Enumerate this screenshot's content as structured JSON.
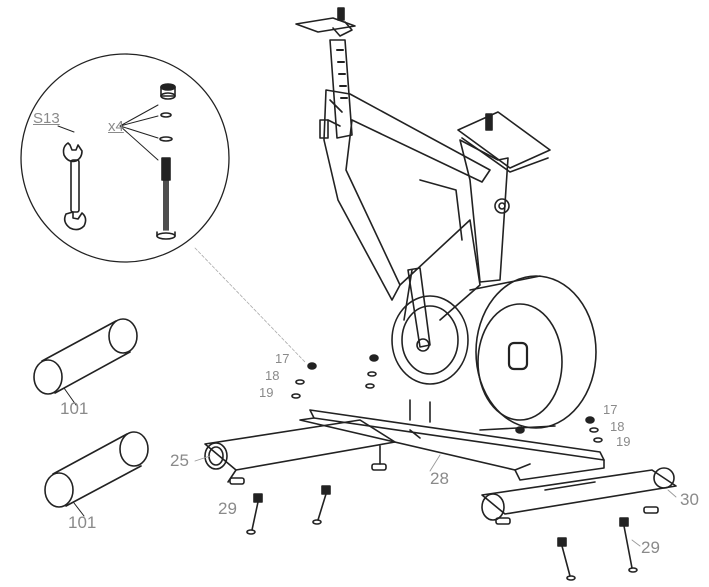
{
  "labels": {
    "wrench": "S13",
    "qty": "x4",
    "p17a": "17",
    "p18a": "18",
    "p19a": "19",
    "p17b": "17",
    "p18b": "18",
    "p19b": "19",
    "p101a": "101",
    "p101b": "101",
    "p25": "25",
    "p28": "28",
    "p29a": "29",
    "p29b": "29",
    "p30": "30"
  },
  "colors": {
    "line": "#222222",
    "label": "#8a8a8a",
    "background": "#ffffff"
  }
}
